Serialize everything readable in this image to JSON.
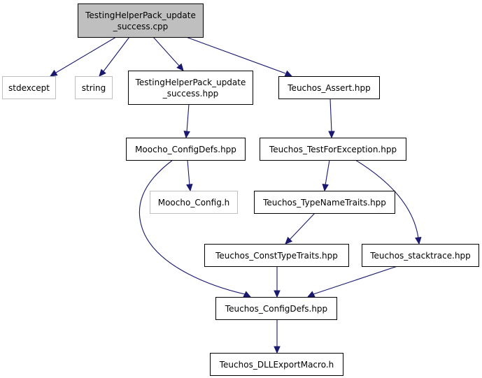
{
  "colors": {
    "edge": "#191970",
    "root_fill": "#bfbfbf",
    "node_border": "#000000",
    "external_border": "#bfbfbf",
    "background": "#ffffff"
  },
  "nodes": {
    "root": {
      "lines": [
        "TestingHelperPack_update",
        "_success.cpp"
      ],
      "kind": "root"
    },
    "stdexcept": {
      "lines": [
        "stdexcept"
      ],
      "kind": "external"
    },
    "string": {
      "lines": [
        "string"
      ],
      "kind": "external"
    },
    "helper_hpp": {
      "lines": [
        "TestingHelperPack_update",
        "_success.hpp"
      ],
      "kind": "normal"
    },
    "assert_hpp": {
      "lines": [
        "Teuchos_Assert.hpp"
      ],
      "kind": "normal"
    },
    "moocho_configdefs": {
      "lines": [
        "Moocho_ConfigDefs.hpp"
      ],
      "kind": "normal"
    },
    "testforexception": {
      "lines": [
        "Teuchos_TestForException.hpp"
      ],
      "kind": "normal"
    },
    "moocho_config_h": {
      "lines": [
        "Moocho_Config.h"
      ],
      "kind": "external"
    },
    "typenametraits": {
      "lines": [
        "Teuchos_TypeNameTraits.hpp"
      ],
      "kind": "normal"
    },
    "consttypetraits": {
      "lines": [
        "Teuchos_ConstTypeTraits.hpp"
      ],
      "kind": "normal"
    },
    "stacktrace": {
      "lines": [
        "Teuchos_stacktrace.hpp"
      ],
      "kind": "normal"
    },
    "teuchos_configdefs": {
      "lines": [
        "Teuchos_ConfigDefs.hpp"
      ],
      "kind": "normal"
    },
    "dllexport": {
      "lines": [
        "Teuchos_DLLExportMacro.h"
      ],
      "kind": "normal"
    }
  },
  "edges": [
    [
      "root",
      "stdexcept"
    ],
    [
      "root",
      "string"
    ],
    [
      "root",
      "helper_hpp"
    ],
    [
      "root",
      "assert_hpp"
    ],
    [
      "helper_hpp",
      "moocho_configdefs"
    ],
    [
      "assert_hpp",
      "testforexception"
    ],
    [
      "moocho_configdefs",
      "moocho_config_h"
    ],
    [
      "moocho_configdefs",
      "teuchos_configdefs"
    ],
    [
      "testforexception",
      "typenametraits"
    ],
    [
      "testforexception",
      "stacktrace"
    ],
    [
      "typenametraits",
      "consttypetraits"
    ],
    [
      "consttypetraits",
      "teuchos_configdefs"
    ],
    [
      "stacktrace",
      "teuchos_configdefs"
    ],
    [
      "teuchos_configdefs",
      "dllexport"
    ]
  ]
}
